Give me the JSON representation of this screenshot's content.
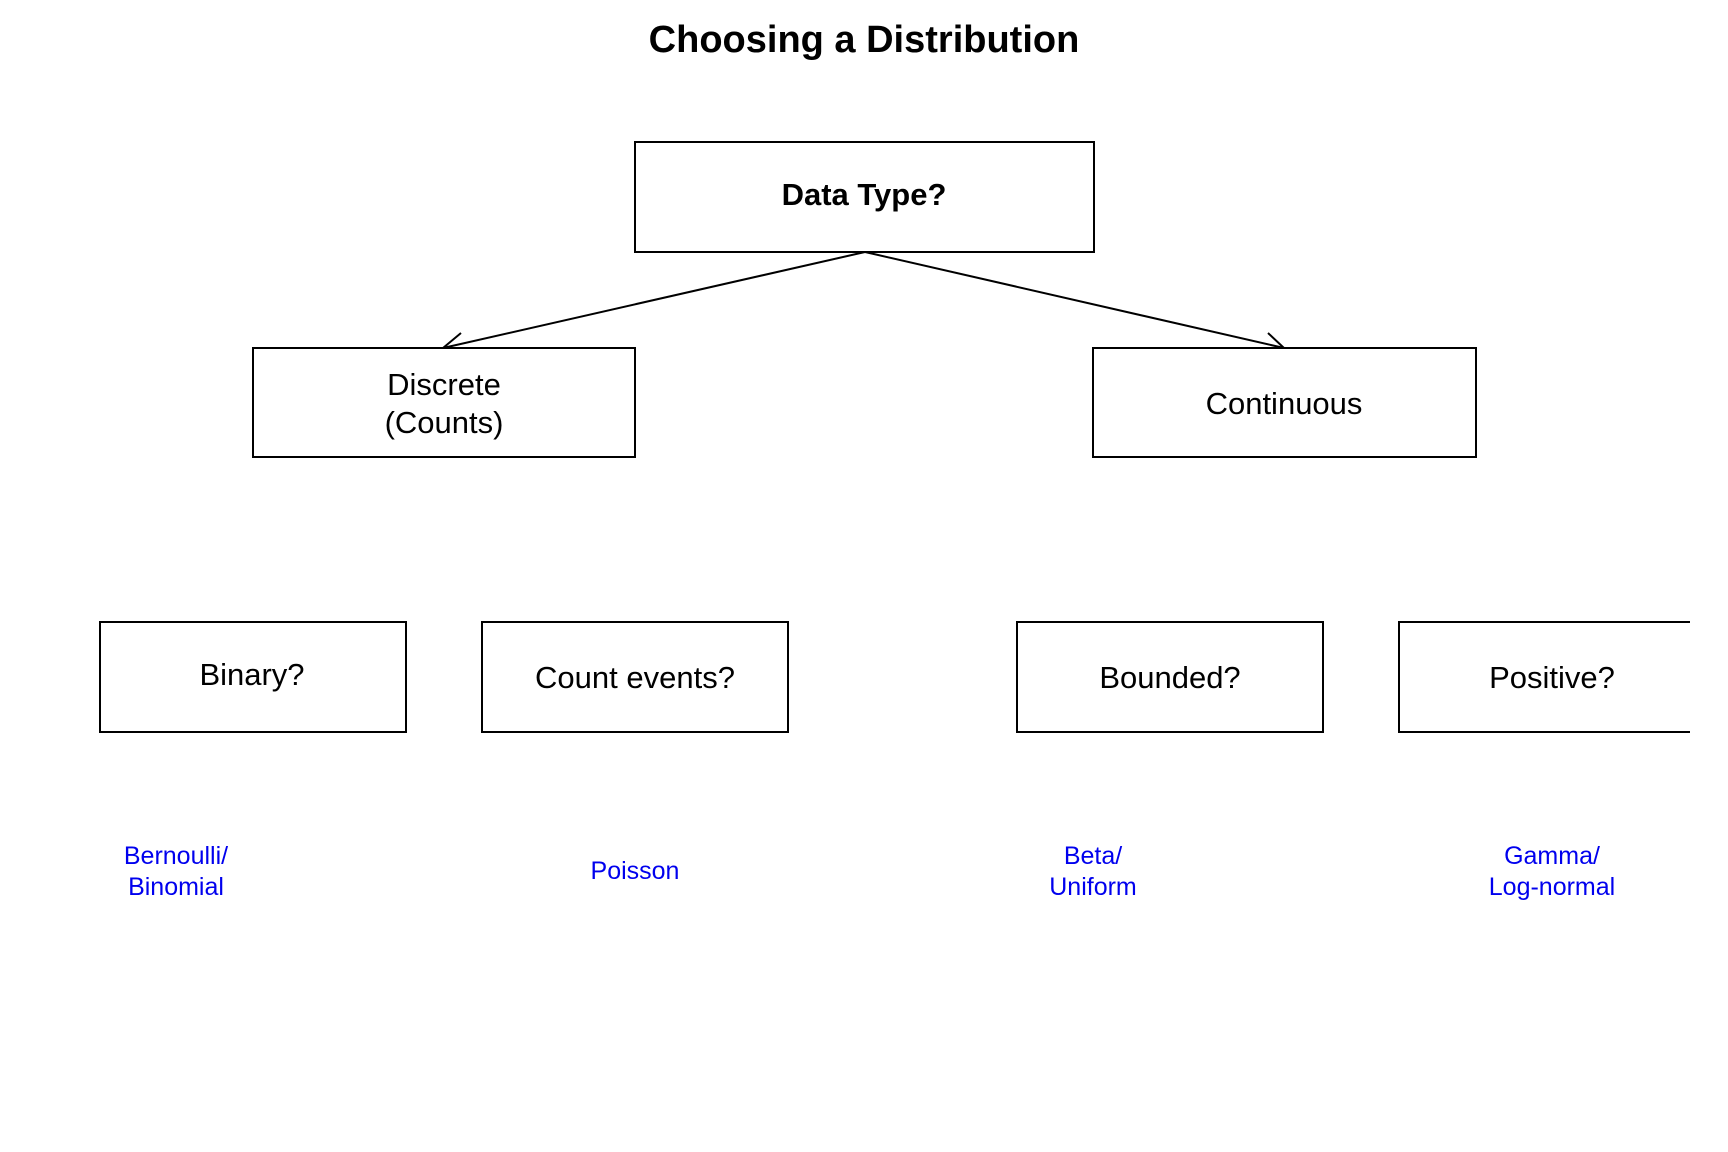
{
  "title": "Choosing a Distribution",
  "colors": {
    "box_stroke": "#000000",
    "result_text": "#0000ee",
    "background": "#ffffff"
  },
  "root": {
    "label": "Data Type?"
  },
  "branches": {
    "discrete": {
      "line1": "Discrete",
      "line2": "(Counts)"
    },
    "continuous": {
      "label": "Continuous"
    }
  },
  "questions": {
    "binary": "Binary?",
    "count_events": "Count events?",
    "bounded": "Bounded?",
    "positive": "Positive?"
  },
  "results": {
    "binary": {
      "line1": "Bernoulli/",
      "line2": "Binomial"
    },
    "count_events": {
      "line1": "Poisson"
    },
    "bounded": {
      "line1": "Beta/",
      "line2": "Uniform"
    },
    "positive": {
      "line1": "Gamma/",
      "line2": "Log-normal"
    }
  }
}
